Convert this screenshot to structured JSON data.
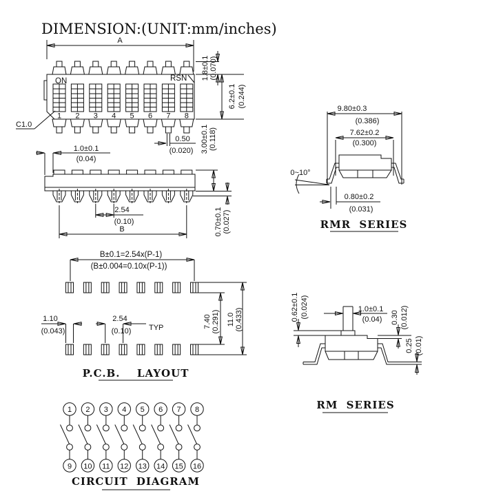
{
  "title": "DIMENSION:(UNIT:mm/inches)",
  "colors": {
    "line": "#111111",
    "background": "#ffffff"
  },
  "top_view": {
    "a_label": "A",
    "on_label": "ON",
    "rsn_label": "RSN",
    "chamfer_label": "C1.0",
    "positions": [
      "1",
      "2",
      "3",
      "4",
      "5",
      "6",
      "7",
      "8"
    ],
    "actuator_height": "1.8±0.1",
    "actuator_height_in": "(0.070)",
    "body_width": "6.2±0.1",
    "body_width_in": "(0.244)",
    "pin_width": "0.50",
    "pin_width_in": "(0.020)"
  },
  "side_view": {
    "step_width": "1.0±0.1",
    "step_width_in": "(0.04)",
    "body_height": "3.00±0.1",
    "body_height_in": "(0.118)",
    "pin_pitch": "2.54",
    "pin_pitch_in": "(0.10)",
    "b_label": "B",
    "pin_length": "0.70±0.1",
    "pin_length_in": "(0.027)"
  },
  "rmr_series": {
    "title": "RMR SERIES",
    "overall_width": "9.80±0.3",
    "overall_width_in": "(0.386)",
    "lead_span": "7.62±0.2",
    "lead_span_in": "(0.300)",
    "lead_angle": "0~10°",
    "foot_width": "0.80±0.2",
    "foot_width_in": "(0.031)"
  },
  "pcb_layout": {
    "title": "P.C.B.  LAYOUT",
    "formula_mm": "B±0.1=2.54x(P-1)",
    "formula_in": "(B±0.004=0.10x(P-1))",
    "pad_width": "1.10",
    "pad_width_in": "(0.043)",
    "pad_pitch": "2.54",
    "pad_pitch_in": "(0.10)",
    "typ_label": "TYP",
    "row_spacing": "7.40",
    "row_spacing_in": "(0.291)",
    "overall_height": "11.0",
    "overall_height_in": "(0.433)"
  },
  "rm_series": {
    "title": "RM SERIES",
    "base_height": "0.62±0.1",
    "base_height_in": "(0.024)",
    "actuator_width": "1.0±0.1",
    "actuator_width_in": "(0.04)",
    "step_height": "0.30",
    "step_height_in": "(0.012)",
    "standoff": "0.25",
    "standoff_in": "(0.01)"
  },
  "circuit_diagram": {
    "title": "CIRCUIT DIAGRAM",
    "top_pins": [
      "1",
      "2",
      "3",
      "4",
      "5",
      "6",
      "7",
      "8"
    ],
    "bottom_pins": [
      "9",
      "10",
      "11",
      "12",
      "13",
      "14",
      "15",
      "16"
    ]
  }
}
